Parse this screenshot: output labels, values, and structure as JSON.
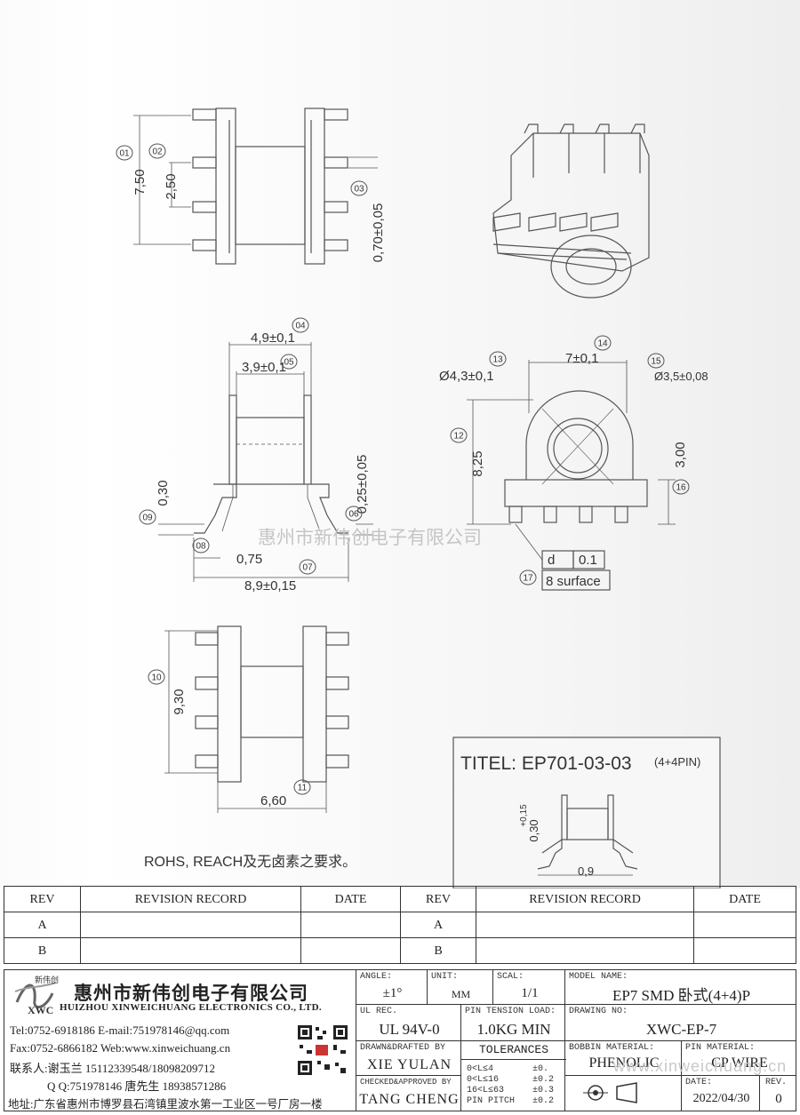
{
  "drawing": {
    "dims": {
      "d01": "7,50",
      "d02": "2,50",
      "d03": "0,70±0,05",
      "d04": "4,9±0,1",
      "d05": "3,9±0,1",
      "d06": "0,25±0,05",
      "d07": "8,9±0,15",
      "d08": "0,75",
      "d09": "0,30",
      "d10": "9,30",
      "d11": "6,60",
      "d12": "8,25",
      "d13": "Ø4,3±0,1",
      "d14": "7±0,1",
      "d15": "Ø3,5±0,08",
      "d16": "3,00"
    },
    "balloons": [
      "01",
      "02",
      "03",
      "04",
      "05",
      "06",
      "07",
      "08",
      "09",
      "10",
      "11",
      "12",
      "13",
      "14",
      "15",
      "16",
      "17"
    ],
    "flatness": {
      "symbol": "d",
      "value": "0.1",
      "surface": "8 surface"
    },
    "watermark": "惠州市新伟创电子有限公司",
    "note": "ROHS, REACH及无卤素之要求。",
    "inset": {
      "title": "TITEL: EP701-03-03",
      "title_suffix": "(4+4PIN)",
      "dim1": "0,30",
      "dim1_tol": "+0,15",
      "dim2": "0,9"
    }
  },
  "revisions": {
    "headers": [
      "REV",
      "REVISION RECORD",
      "DATE",
      "REV",
      "REVISION RECORD",
      "DATE"
    ],
    "rows": [
      [
        "A",
        "",
        "",
        "A",
        "",
        ""
      ],
      [
        "B",
        "",
        "",
        "B",
        "",
        ""
      ]
    ]
  },
  "company": {
    "name_cn": "惠州市新伟创电子有限公司",
    "name_en": "HUIZHOU XINWEICHUANG ELECTRONICS CO., LTD.",
    "logo_text": "XWC",
    "logo_cn": "新伟创",
    "tel_line": "Tel:0752-6918186 E-mail:751978146@qq.com",
    "fax_line": "Fax:0752-6866182 Web:www.xinweichuang.cn",
    "contact1": "联系人:谢玉兰 15112339548/18098209712",
    "contact2": "Q Q:751978146   唐先生 18938571286",
    "address": "地址:广东省惠州市博罗县石湾镇里波水第一工业区一号厂房一楼"
  },
  "titleblock": {
    "angle_label": "ANGLE:",
    "angle_value": "±1°",
    "unit_label": "UNIT:",
    "unit_value": "MM",
    "scale_label": "SCAL:",
    "scale_value": "1/1",
    "model_label": "MODEL NAME:",
    "model_value": "EP7 SMD 卧式(4+4)P",
    "ulrec_label": "UL REC.",
    "ulrec_value": "UL 94V-0",
    "pin_tension_label": "PIN TENSION LOAD:",
    "pin_tension_value": "1.0KG MIN",
    "drawing_no_label": "DRAWING NO:",
    "drawing_no_value": "XWC-EP-7",
    "drawn_label": "DRAWN&DRAFTED BY",
    "drawn_value": "XIE YULAN",
    "tolerances_label": "TOLERANCES",
    "tol_rows": [
      {
        "range": "0<L≤4",
        "tol": "±0."
      },
      {
        "range": "0<L≤16",
        "tol": "±0.2"
      },
      {
        "range": "16<L≤63",
        "tol": "±0.3"
      },
      {
        "range": "PIN PITCH",
        "tol": "±0.2"
      }
    ],
    "bobbin_label": "BOBBIN MATERIAL:",
    "bobbin_value": "PHENOLIC",
    "pin_mat_label": "PIN MATERIAL:",
    "pin_mat_value": "CP WIRE",
    "checked_label": "CHECKED&APPROVED BY",
    "checked_value": "TANG CHENG",
    "date_label": "DATE:",
    "date_value": "2022/04/30",
    "rev_label": "REV.",
    "rev_value": "0",
    "watermark": "www.xinweichuang.cn"
  },
  "colors": {
    "line": "#555555",
    "ink": "#222222"
  }
}
